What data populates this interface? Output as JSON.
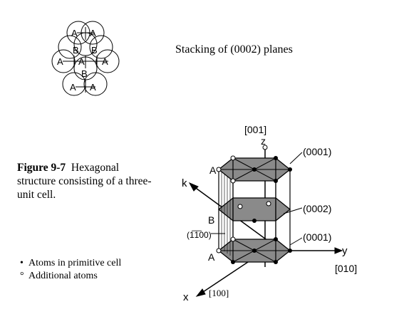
{
  "stacking": {
    "title": "Stacking of (0002) planes",
    "row1": [
      "A",
      "A"
    ],
    "row2": [
      "B",
      "B"
    ],
    "row3": [
      "A",
      "A",
      "A"
    ],
    "row4": [
      "B"
    ],
    "row5": [
      "A",
      "A"
    ]
  },
  "caption": {
    "figure_label": "Figure 9-7",
    "text": "Hexagonal structure consisting of a three-unit cell."
  },
  "diagram": {
    "direction_001": "[001]",
    "axis_z": "z",
    "axis_k": "k",
    "axis_y": "y",
    "axis_x": "x",
    "direction_010": "[010]",
    "direction_100": "[100]",
    "plane_top": "(0001)",
    "plane_mid": "(0002)",
    "plane_bottom": "(0001)",
    "plane_1100": "(1̅1̅00)",
    "layer_a_top": "A",
    "layer_b": "B",
    "layer_a_bottom": "A"
  },
  "legend": {
    "primitive_mark": "•",
    "primitive_label": "Atoms in primitive cell",
    "additional_mark": "°",
    "additional_label": "Additional atoms"
  }
}
